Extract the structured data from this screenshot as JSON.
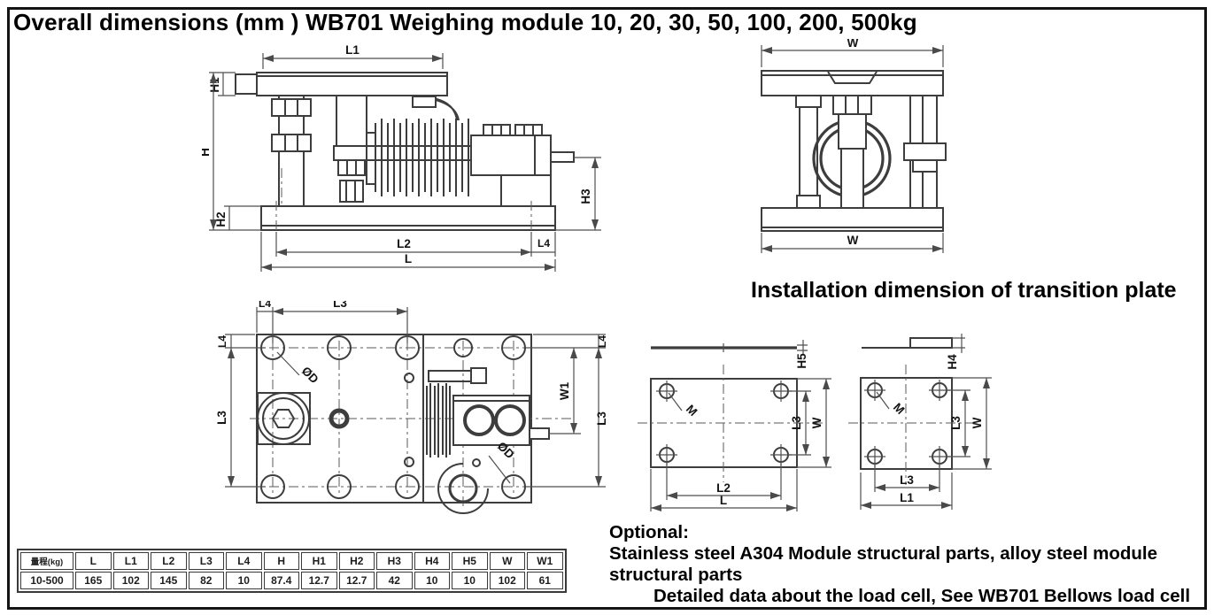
{
  "title": "Overall dimensions (mm ) WB701 Weighing module 10, 20, 30, 50, 100, 200, 500kg",
  "section_heading": "Installation dimension of transition plate",
  "labels": {
    "l": "L",
    "l1": "L1",
    "l2": "L2",
    "l3": "L3",
    "l4": "L4",
    "h": "H",
    "h1": "H1",
    "h2": "H2",
    "h3": "H3",
    "h4": "H4",
    "h5": "H5",
    "w": "W",
    "w1": "W1",
    "m": "M",
    "d": "ØD"
  },
  "table": {
    "headers": [
      "量程(kg)",
      "L",
      "L1",
      "L2",
      "L3",
      "L4",
      "H",
      "H1",
      "H2",
      "H3",
      "H4",
      "H5",
      "W",
      "W1"
    ],
    "row": [
      "10-500",
      "165",
      "102",
      "145",
      "82",
      "10",
      "87.4",
      "12.7",
      "12.7",
      "42",
      "10",
      "10",
      "102",
      "61"
    ]
  },
  "notes": {
    "line1": "Optional:",
    "line2": "Stainless steel A304 Module structural parts, alloy steel module",
    "line3": "structural parts",
    "line4": "Detailed data about the load cell, See WB701 Bellows load cell"
  },
  "colors": {
    "line": "#3d3d3d",
    "text": "#000000",
    "background": "#ffffff"
  }
}
